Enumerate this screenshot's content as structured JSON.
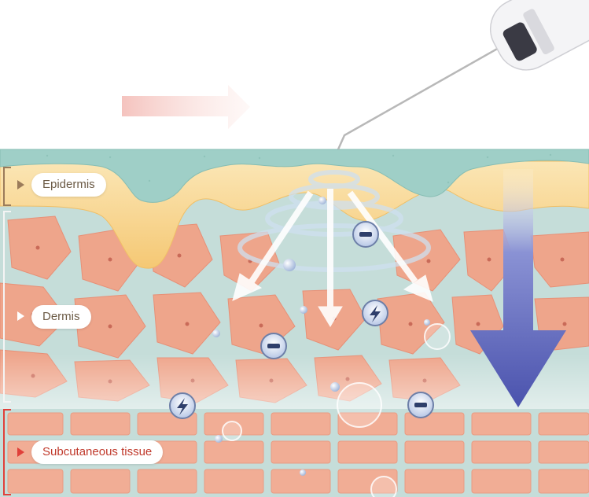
{
  "labels": {
    "epidermis": "Epidermis",
    "dermis": "Dermis",
    "subcutaneous": "Subcutaneous tissue"
  },
  "colors": {
    "epidermis_marker": "#9b7b5a",
    "dermis_marker": "#ffffff",
    "subcutaneous_marker": "#e0403a",
    "epidermis_text": "#6b5a45",
    "dermis_text": "#6b5a45",
    "subcutaneous_text": "#c0392b",
    "surface_teal": "#9fcfc7",
    "epidermis_yellow": "#f7d38c",
    "cell_pink": "#eea58b",
    "downward_arrow": "#5a63b8"
  },
  "icons": {
    "device": "beauty-device-icon",
    "negative_ion": "minus-ion-icon",
    "energy": "lightning-bolt-icon"
  }
}
